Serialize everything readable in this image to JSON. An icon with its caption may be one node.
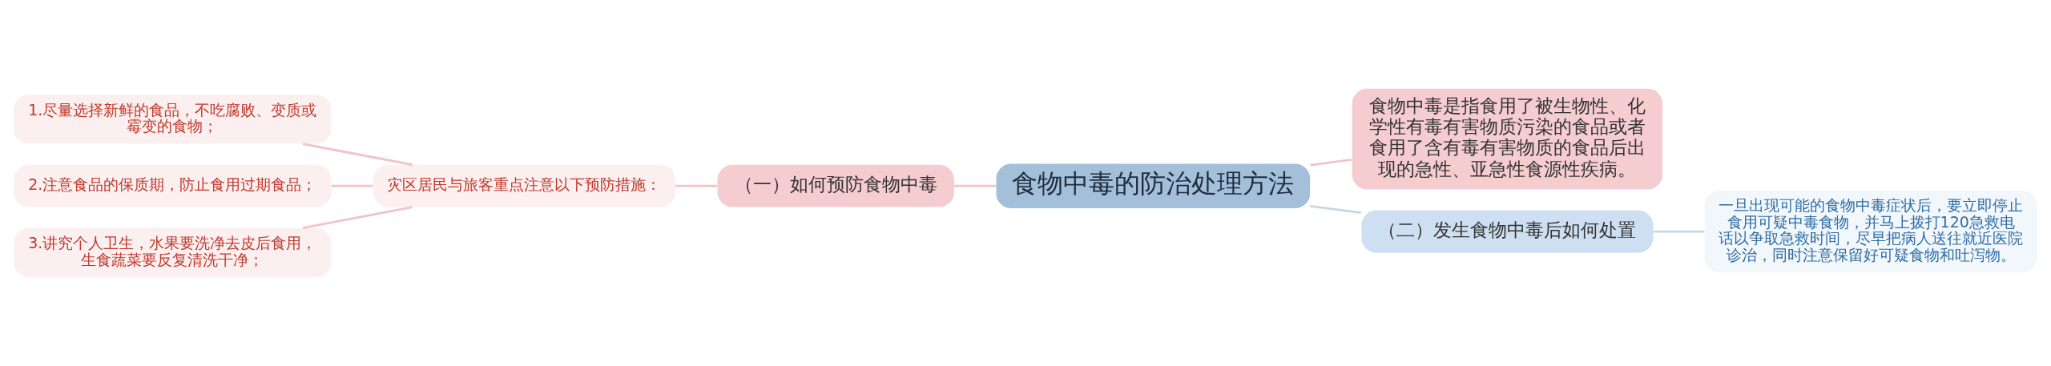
{
  "diagram": {
    "nodes": [
      {
        "text": [
          "食物中毒的防治处理方法"
        ]
      },
      {
        "text": [
          "（一）如何预防食物中毒"
        ]
      },
      {
        "text": [
          "灾区居民与旅客重点注意以下预防措施："
        ]
      },
      {
        "text": [
          "1.尽量选择新鲜的食品，不吃腐败、变质或霉变的食物；"
        ]
      },
      {
        "text": [
          "2.注意食品的保质期，防止食用过期食品；"
        ]
      },
      {
        "text": [
          "3.讲究个人卫生，水果要洗净去皮后食用，生食蔬菜要反复清洗干净；"
        ]
      },
      {
        "text": [
          "食物中毒是指食用了被生物性、化学性有毒有害物质污染的食品或者食用了含有毒有害物质的食品后出现的急性、亚急性食源性疾病。"
        ]
      },
      {
        "text": [
          "（二）发生食物中毒后如何处置"
        ]
      },
      {
        "text": [
          "一旦出现可能的食物中毒症状后，要立即停止食用可疑中毒食物，并马上拨打120急救电话以争取急救时间，尽早把病人送往就近医院诊治，同时注意保留好可疑食物和吐泻物。"
        ]
      }
    ],
    "edges": [
      {
        "from": 0,
        "to": 1,
        "arrow": "none"
      },
      {
        "from": 1,
        "to": 2,
        "arrow": "none"
      },
      {
        "from": 2,
        "to": 3,
        "arrow": "none"
      },
      {
        "from": 2,
        "to": 4,
        "arrow": "none"
      },
      {
        "from": 2,
        "to": 5,
        "arrow": "none"
      },
      {
        "from": 0,
        "to": 6,
        "arrow": "none"
      },
      {
        "from": 0,
        "to": 7,
        "arrow": "none",
        "color": "#c5d8e8"
      },
      {
        "from": 7,
        "to": 8,
        "arrow": "none",
        "color": "#c5d8e8"
      }
    ]
  }
}
